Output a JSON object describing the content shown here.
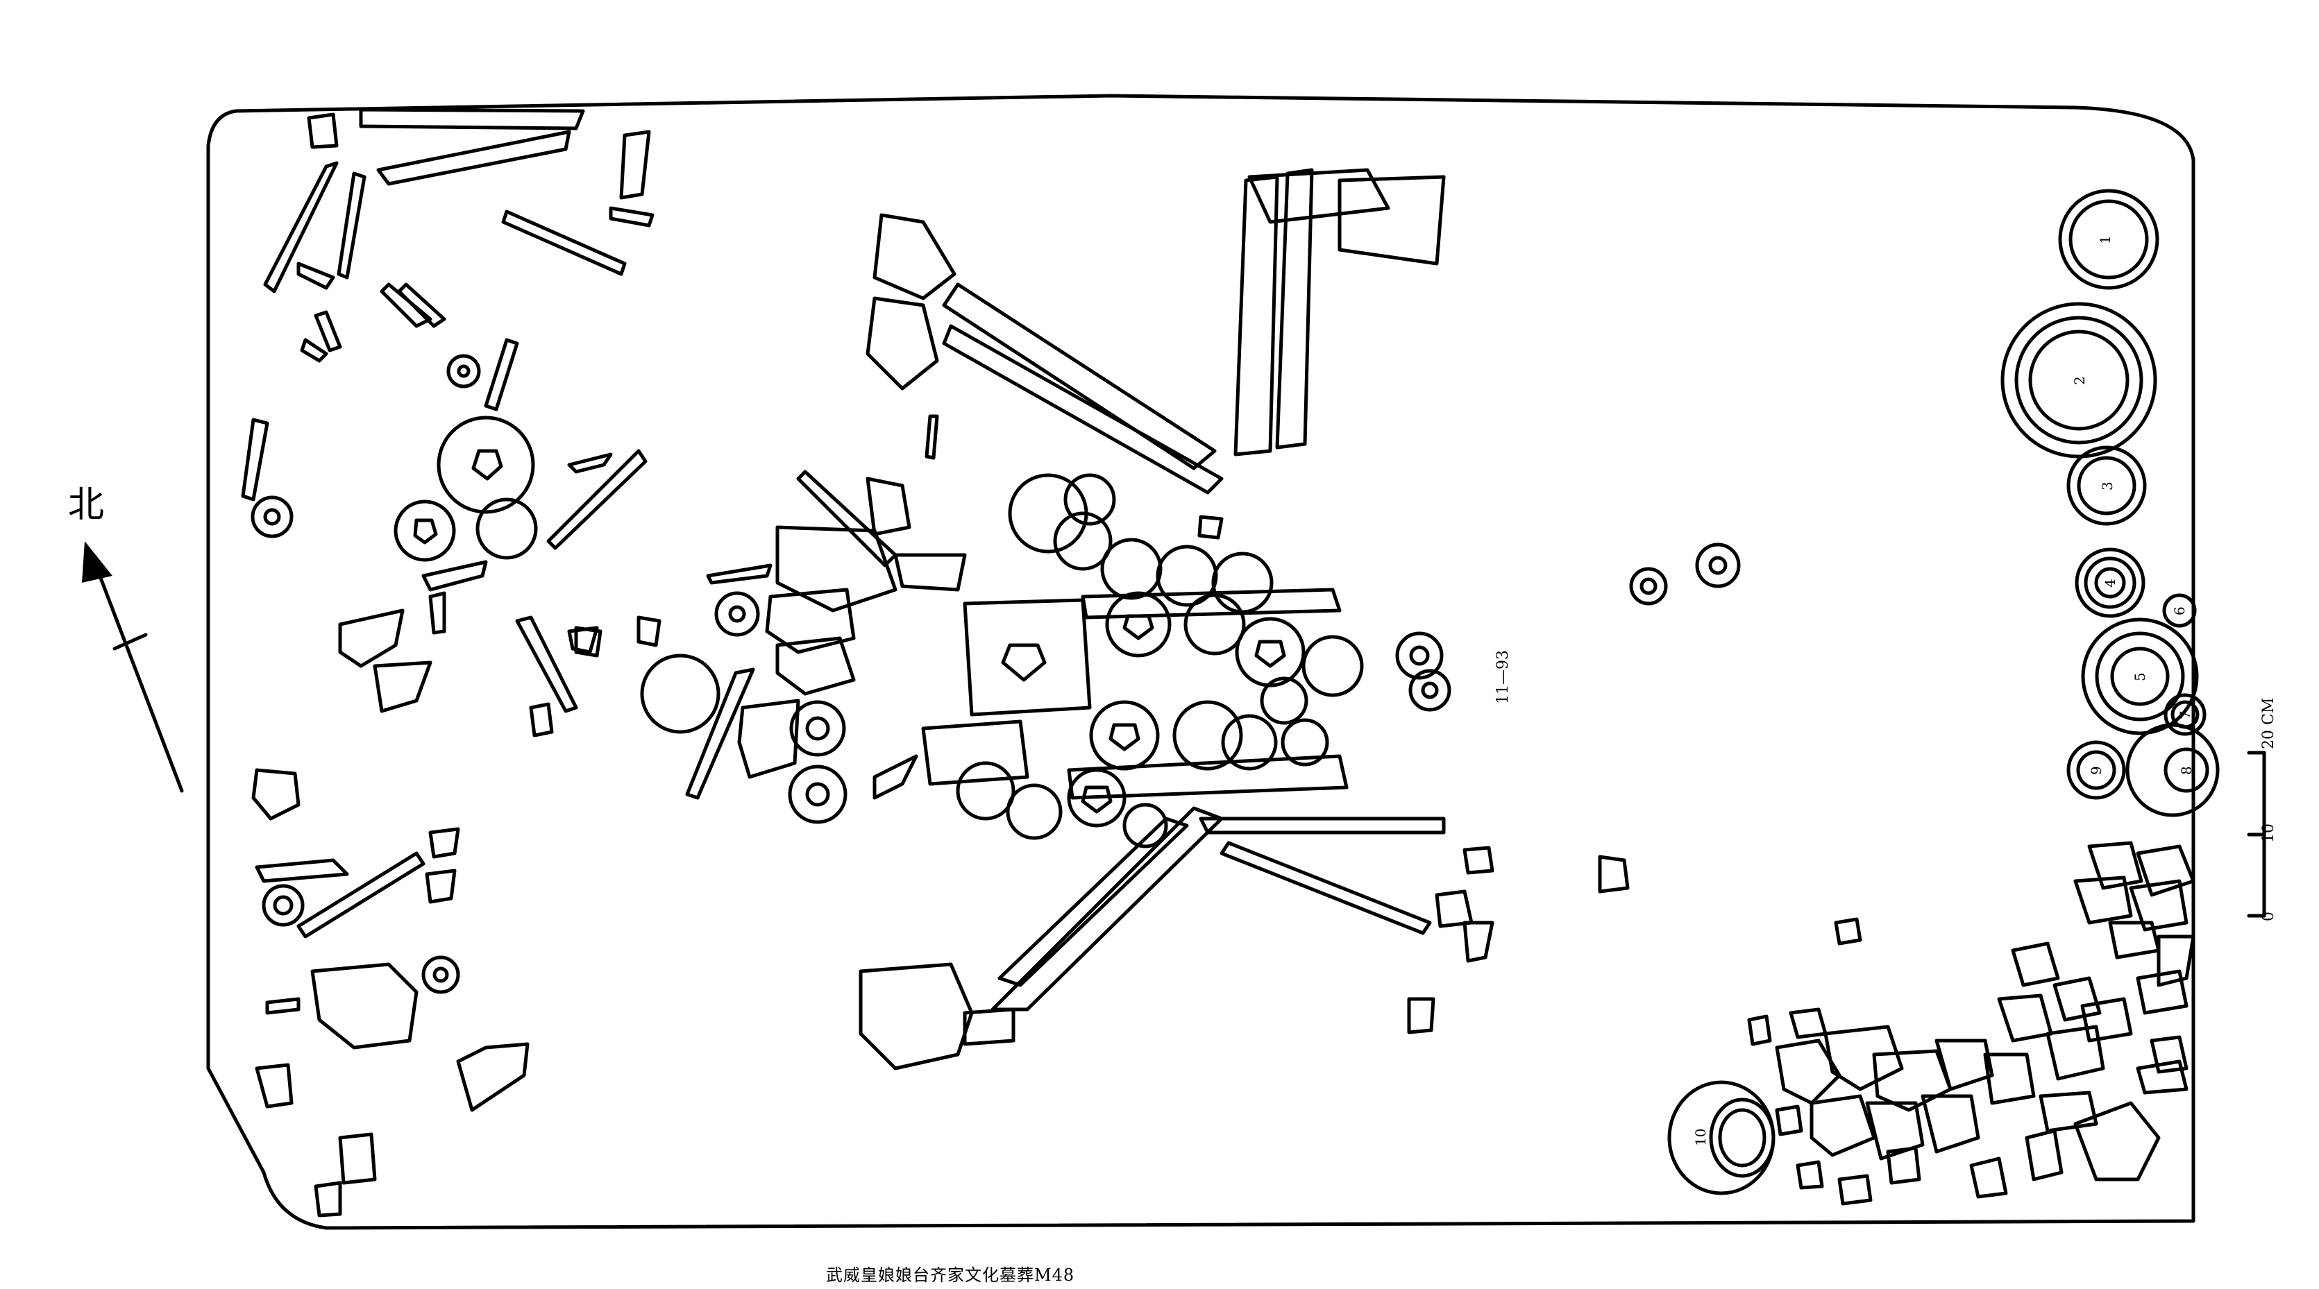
{
  "north_label": "北",
  "grave_code": "11—93",
  "caption": "武威皇娘娘台齐家文化墓葬M48",
  "scale": {
    "unit": "20 CM",
    "tick_mid": "10",
    "tick_zero": "0"
  },
  "vessels": [
    "1",
    "2",
    "3",
    "4",
    "5",
    "6",
    "7",
    "8",
    "9",
    "10"
  ]
}
